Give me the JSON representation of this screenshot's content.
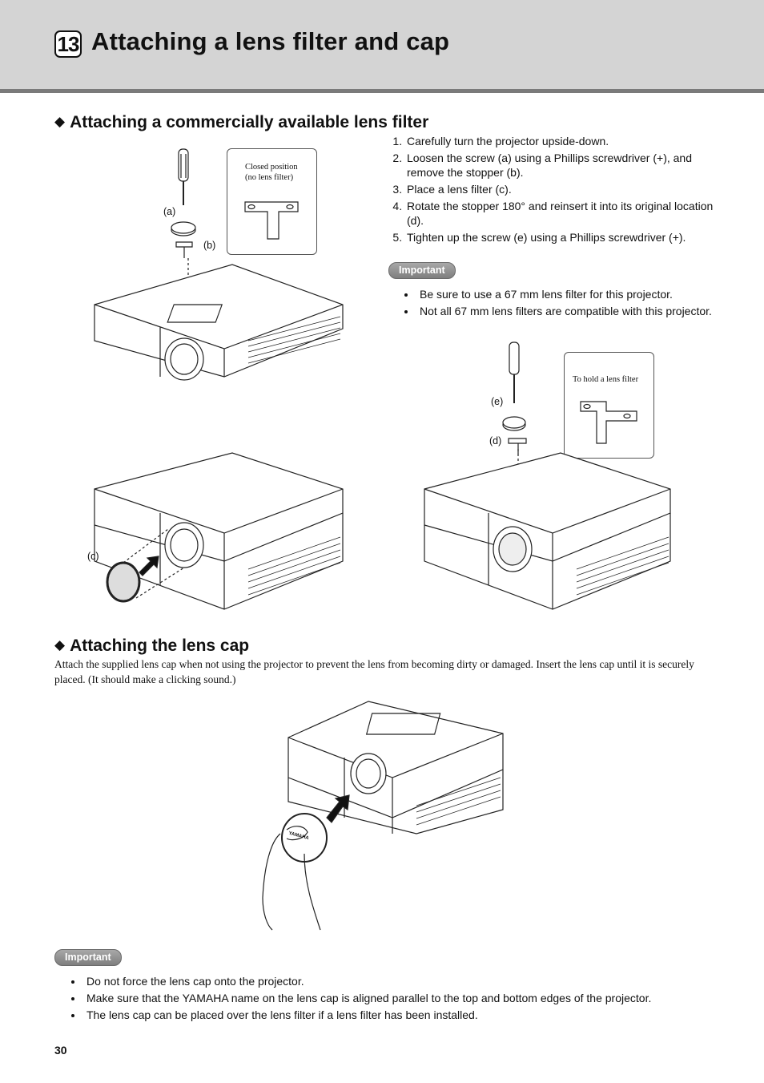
{
  "header": {
    "chapter_number": "13",
    "title": "Attaching a lens filter and cap"
  },
  "section_filter": {
    "heading": "Attaching a commercially available lens filter",
    "steps": [
      "Carefully turn the projector upside-down.",
      "Loosen the screw (a) using a Phillips screwdriver (+), and remove the stopper (b).",
      "Place a lens filter (c).",
      "Rotate the stopper 180° and reinsert it into its original location (d).",
      "Tighten up the screw (e) using a Phillips screwdriver (+)."
    ],
    "important_label": "Important",
    "important_notes": [
      "Be sure to use a 67 mm lens filter for this projector.",
      "Not all 67 mm lens filters are compatible with this projector."
    ],
    "figure": {
      "callout_closed": "Closed position\n(no lens filter)",
      "callout_hold": "To hold a lens filter",
      "label_a": "(a)",
      "label_b": "(b)",
      "label_c": "(c)",
      "label_d": "(d)",
      "label_e": "(e)"
    }
  },
  "section_cap": {
    "heading": "Attaching the lens cap",
    "description": "Attach the supplied lens cap when not using the projector to prevent the lens from becoming dirty or damaged. Insert the lens cap until it is securely placed. (It should make a clicking sound.)",
    "cap_brand": "YAMAHA",
    "important_label": "Important",
    "important_notes": [
      "Do not force the lens cap onto the projector.",
      "Make sure that the YAMAHA name on the lens cap is aligned parallel to the top and bottom edges of the projector.",
      "The lens cap can be placed over the lens filter if a lens filter has been installed."
    ]
  },
  "footer": {
    "page_number": "30"
  }
}
